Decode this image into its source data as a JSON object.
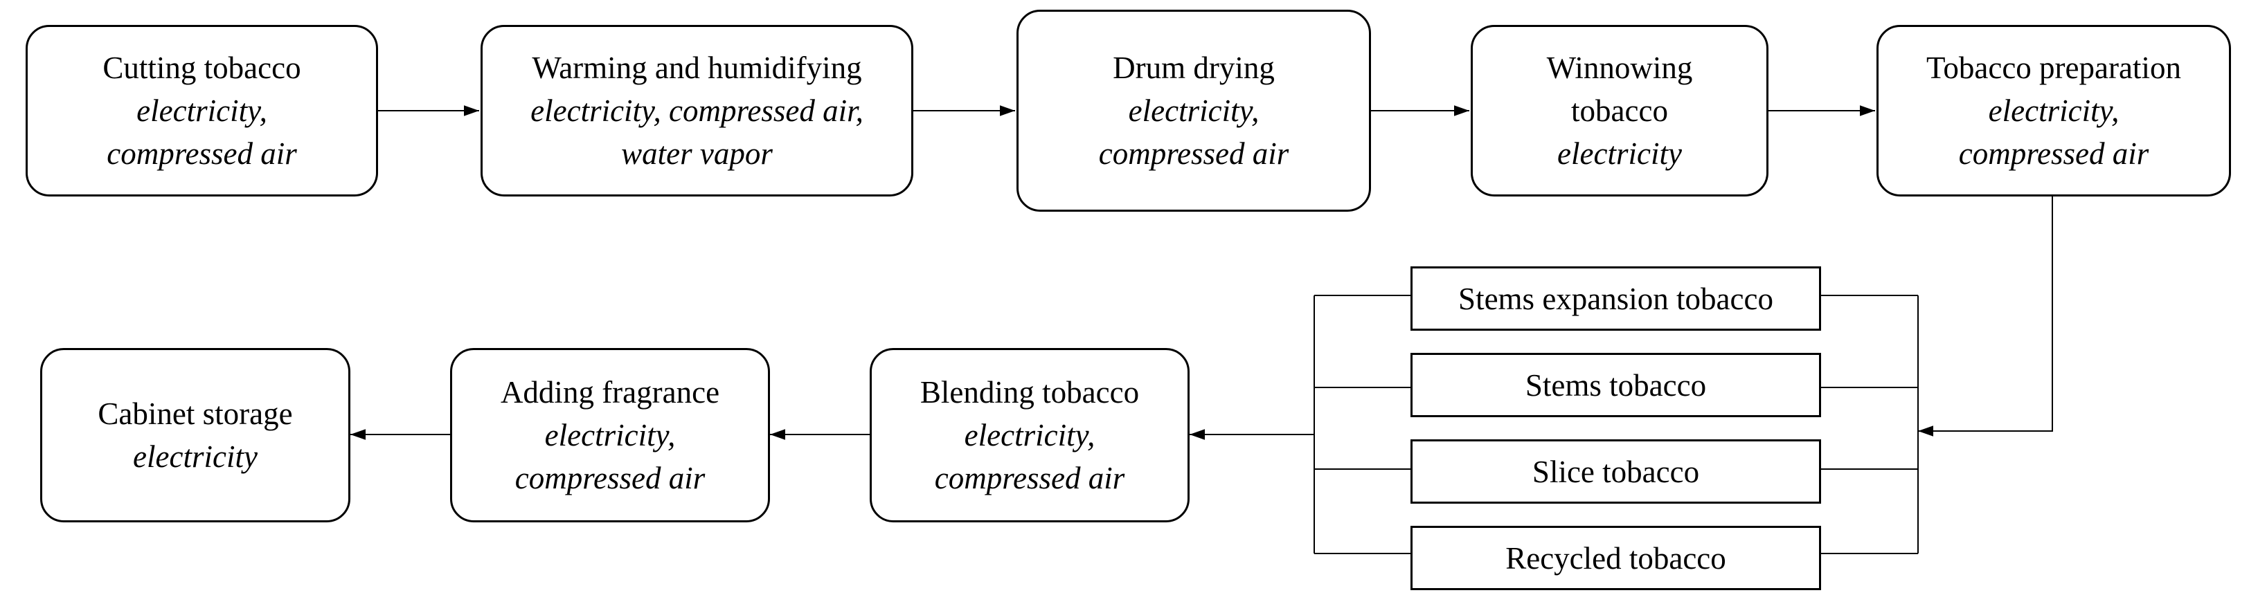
{
  "nodes": {
    "cutting": {
      "title": "Cutting tobacco",
      "inputs": [
        "electricity,",
        "compressed air"
      ]
    },
    "warming": {
      "title": "Warming and humidifying",
      "inputs": [
        "electricity, compressed air,",
        "water vapor"
      ]
    },
    "drum": {
      "title": "Drum drying",
      "inputs": [
        "electricity,",
        "compressed air"
      ]
    },
    "winnowing": {
      "title": "Winnowing",
      "title2": "tobacco",
      "inputs": [
        "electricity"
      ]
    },
    "preparation": {
      "title": "Tobacco preparation",
      "inputs": [
        "electricity,",
        "compressed air"
      ]
    },
    "stems_expansion": {
      "title": "Stems expansion tobacco"
    },
    "stems": {
      "title": "Stems tobacco"
    },
    "slice": {
      "title": "Slice tobacco"
    },
    "recycled": {
      "title": "Recycled tobacco"
    },
    "blending": {
      "title": "Blending tobacco",
      "inputs": [
        "electricity,",
        "compressed air"
      ]
    },
    "fragrance": {
      "title": "Adding fragrance",
      "inputs": [
        "electricity,",
        "compressed air"
      ]
    },
    "cabinet": {
      "title": "Cabinet storage",
      "inputs": [
        "electricity"
      ]
    }
  }
}
